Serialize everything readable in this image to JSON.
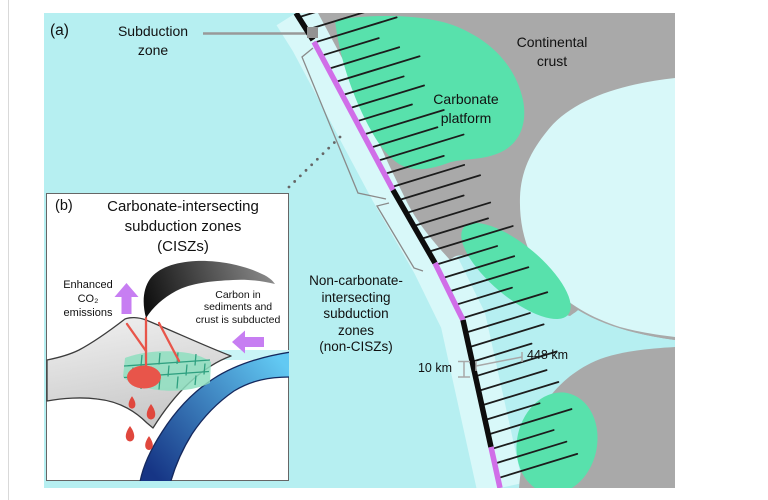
{
  "panel_a": {
    "label": "(a)",
    "subduction_zone_label": [
      "Subduction",
      "zone"
    ],
    "continental_crust_label": [
      "Continental",
      "crust"
    ],
    "carbonate_platform_label": [
      "Carbonate",
      "platform"
    ],
    "non_cisz_label": [
      "Non-carbonate-",
      "intersecting",
      "subduction",
      "zones",
      "(non-CISZs)"
    ],
    "scale_width_label": "10 km",
    "scale_length_label": "448 km"
  },
  "panel_b": {
    "label": "(b)",
    "title": [
      "Carbonate-intersecting",
      "subduction zones",
      "(CISZs)"
    ],
    "co2_label": [
      "Enhanced",
      "CO₂",
      "emissions"
    ],
    "carbon_label": [
      "Carbon in",
      "sediments and",
      "crust is subducted"
    ]
  },
  "colors": {
    "ocean": "#b6eff1",
    "inner_water": "#d8f8f9",
    "crust_gray": "#a9a9a9",
    "platform_green": "#58e1ac",
    "trench_black": "#0d0d0d",
    "trench_magenta": "#d06ee8",
    "hatch": "#1c1c1c",
    "annotation_gray": "#8a8a8a",
    "scale_gray": "#a8a8a8",
    "arrow_purple": "#c77ef2",
    "magma_red": "#e8554a",
    "slab_blue_light": "#62c9f3",
    "slab_blue_dark": "#163585",
    "carbonate_fill": "#8edfc0",
    "carbonate_line": "#2fa080",
    "text": "#111111"
  }
}
